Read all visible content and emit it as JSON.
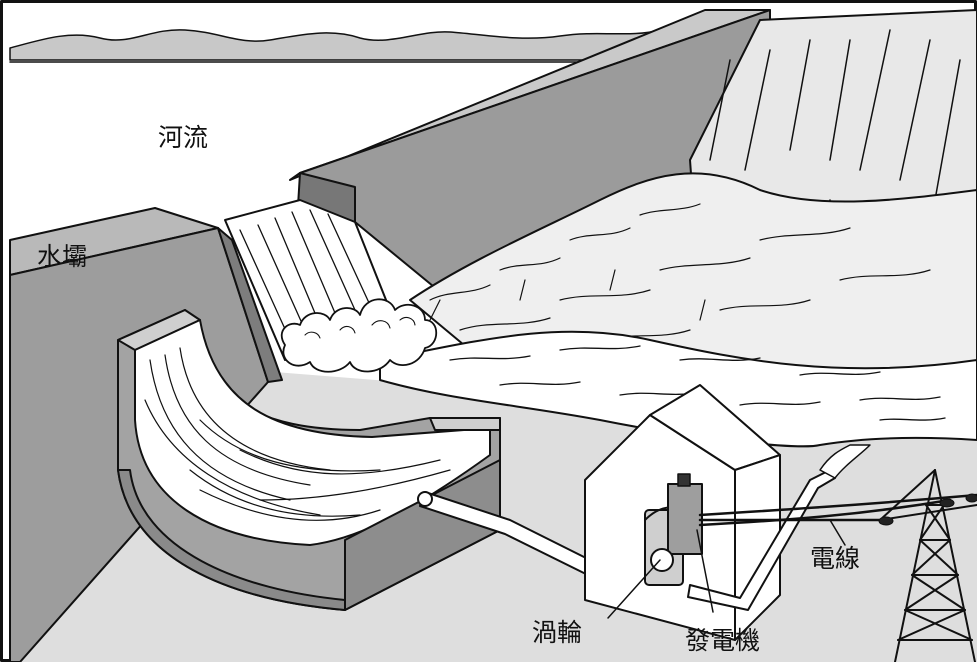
{
  "labels": {
    "river": "河流",
    "dam": "水壩",
    "turbine": "渦輪",
    "generator": "發電機",
    "power_line": "電線"
  },
  "colors": {
    "ground": "#dcdcdc",
    "wall_dark": "#8f8f8f",
    "wall_mid": "#a9a9a9",
    "wall_light": "#c6c6c6",
    "water": "#ffffff",
    "outline": "#111111"
  }
}
